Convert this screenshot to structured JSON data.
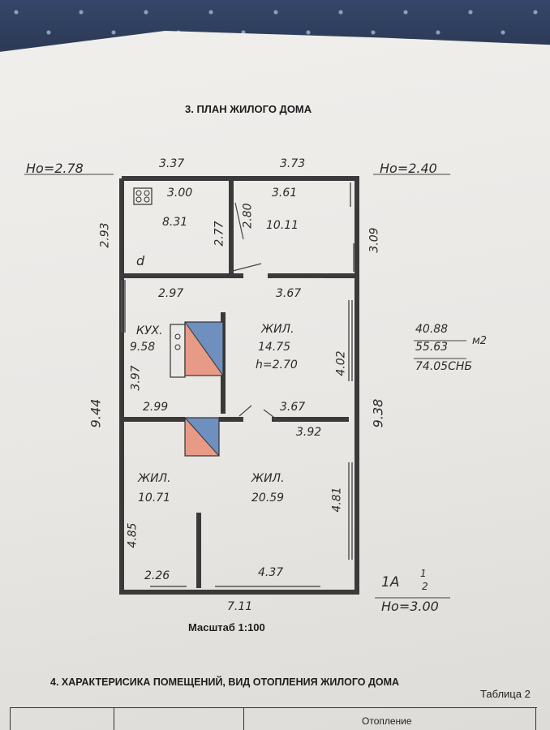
{
  "section_title": "3. ПЛАН ЖИЛОГО ДОМА",
  "heights": {
    "top_left": "Hо=2.78",
    "top_right": "Hо=2.40",
    "bottom_right_top": "1А",
    "bottom_right_sup": "1",
    "bottom_right_sub": "2",
    "bottom_right": "Hо=3.00"
  },
  "dims": {
    "top_left_outer": "3.37",
    "top_right_outer": "3.73",
    "room_a_width": "3.00",
    "room_b_width": "3.61",
    "left_upper_height": "2.93",
    "room_a_height": "2.77",
    "room_b_height": "2.80",
    "right_upper_height": "3.09",
    "left_total": "9.44",
    "right_total": "9.38",
    "mid_left_width": "2.97",
    "mid_right_width": "3.67",
    "kitchen_height": "3.97",
    "living_height": "4.02",
    "lower_left_width": "2.99",
    "lower_right_width_top": "3.67",
    "lower_right_width": "3.92",
    "bottom_left_height": "4.85",
    "bottom_right_height": "4.81",
    "bottom_left_width": "2.26",
    "bottom_right_width": "4.37",
    "total_width": "7.11"
  },
  "rooms": {
    "room_a_area": "8.31",
    "room_a_mark": "d",
    "room_b_area": "10.11",
    "kitchen_label": "КУХ.",
    "kitchen_area": "9.58",
    "living1_label": "ЖИЛ.",
    "living1_area": "14.75",
    "living1_height": "h=2.70",
    "living2_label": "ЖИЛ.",
    "living2_area": "10.71",
    "living3_label": "ЖИЛ.",
    "living3_area": "20.59"
  },
  "areas": {
    "living": "40.88",
    "useful": "55.63",
    "total": "74.05СНБ",
    "unit": "м2"
  },
  "scale": "Масштаб 1:100",
  "section4_title": "4. ХАРАКТЕРИСИКА ПОМЕЩЕНИЙ, ВИД ОТОПЛЕНИЯ ЖИЛОГО ДОМА",
  "table_label": "Таблица 2",
  "table_header": "Отопление",
  "colors": {
    "wall": "#3a3a3a",
    "stove_red": "#e79a86",
    "stove_blue": "#6f8fbf",
    "window_tint": "#c9b1a4"
  }
}
